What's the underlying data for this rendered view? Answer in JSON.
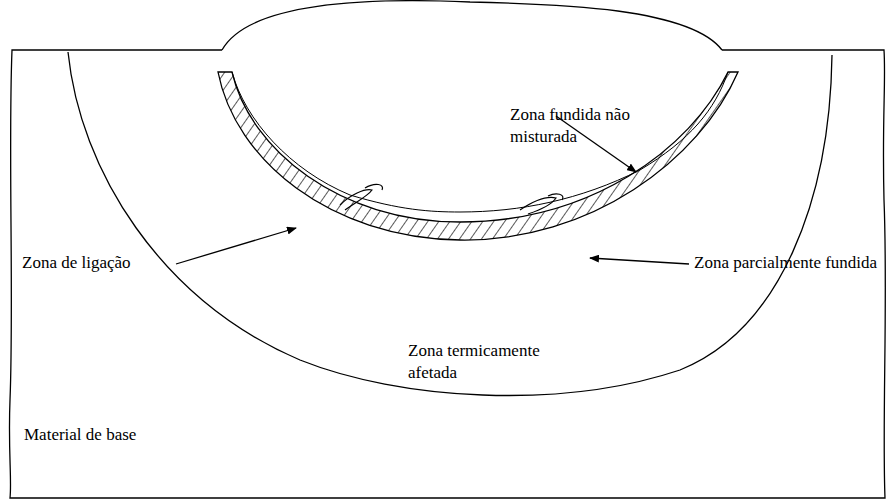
{
  "diagram": {
    "labels": [
      "Zona fundida não misturada",
      "Zona de ligação",
      "Zona parcialmente fundida",
      "Zona termicamente afetada",
      "Material de base"
    ]
  }
}
